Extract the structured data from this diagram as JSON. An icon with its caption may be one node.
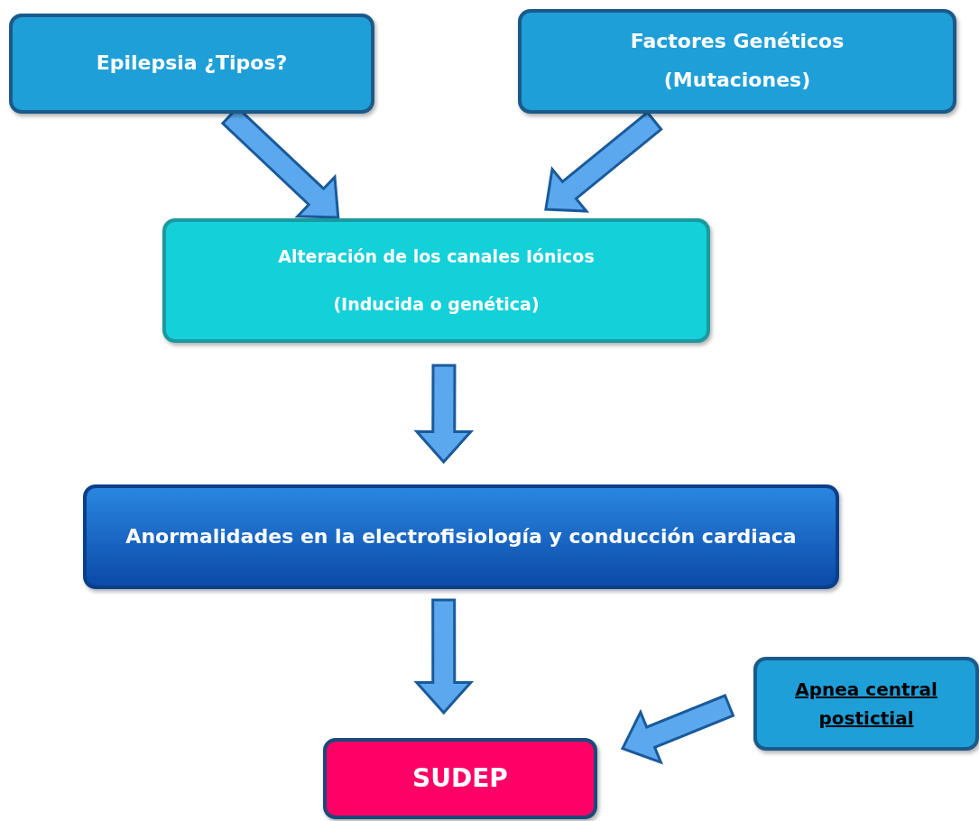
{
  "diagram": {
    "nodes": [
      {
        "text": [
          "Epilepsia ¿Tipos?"
        ]
      },
      {
        "text": [
          "Factores Genéticos",
          "(Mutaciones)"
        ]
      },
      {
        "text": [
          "Alteración de los canales Iónicos",
          "(Inducida o genética)"
        ]
      },
      {
        "text": [
          "Anormalidades en la electrofisiología  y conducción cardiaca"
        ]
      },
      {
        "text": [
          "SUDEP"
        ]
      },
      {
        "text": [
          "Apnea central postictial"
        ]
      }
    ],
    "edges": [
      {
        "from": 0,
        "to": 2,
        "arrow": "to",
        "style": "thick"
      },
      {
        "from": 1,
        "to": 2,
        "arrow": "to",
        "style": "thick"
      },
      {
        "from": 2,
        "to": 3,
        "arrow": "to",
        "style": "thick"
      },
      {
        "from": 3,
        "to": 4,
        "arrow": "to",
        "style": "thick"
      },
      {
        "from": 5,
        "to": 4,
        "arrow": "to",
        "style": "thick"
      }
    ]
  }
}
